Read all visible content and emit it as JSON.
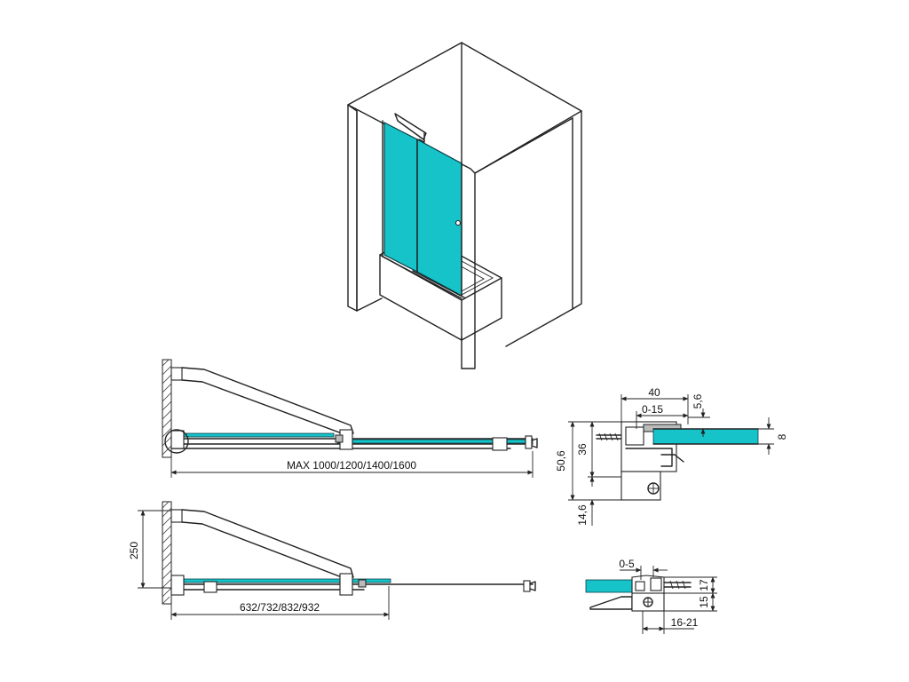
{
  "dimensions": {
    "max_width": "MAX 1000/1200/1400/1600",
    "fixed_width": "632/732/832/932",
    "arm_height": "250",
    "profile_width": "40",
    "adjust_range": "0-15",
    "offset_top": "5,6",
    "glass_thickness": "8",
    "profile_height": "36",
    "total_height": "50,6",
    "bottom_height": "14,6",
    "hinge_adjust": "0-5",
    "hinge_h1": "17",
    "hinge_h2": "15",
    "hinge_depth": "16-21"
  },
  "colors": {
    "glass": "#16c3c9",
    "line": "#222222"
  }
}
